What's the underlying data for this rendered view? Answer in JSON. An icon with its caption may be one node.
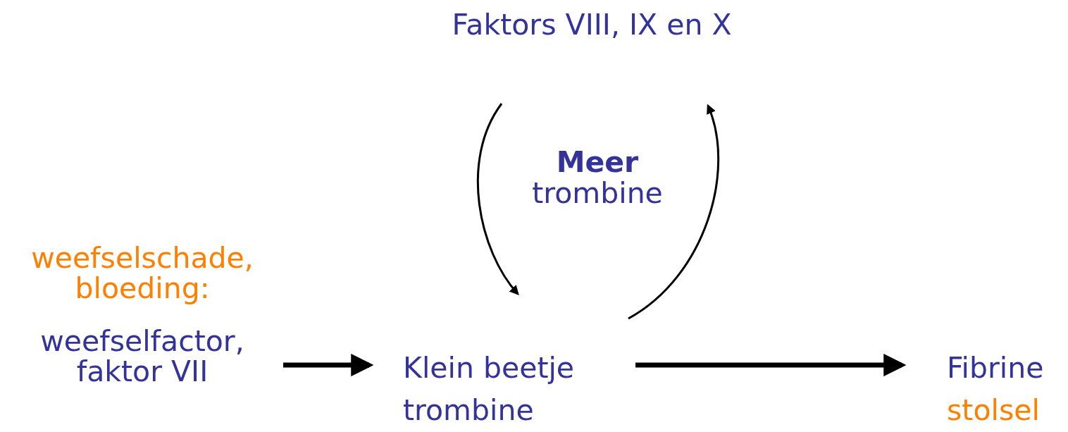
{
  "diagram": {
    "nodes": [
      {
        "text": [
          "Faktors VIII, IX en X"
        ]
      },
      {
        "text": [
          "weefselschade, bloeding:",
          "weefselfactor, faktor VII"
        ]
      },
      {
        "text": [
          "Klein beetje trombine"
        ]
      },
      {
        "text": [
          "Fibrine",
          "stolsel"
        ]
      }
    ],
    "edges": [
      {
        "from": 1,
        "to": 2,
        "arrow": "to",
        "style": "thick"
      },
      {
        "from": 2,
        "to": 3,
        "arrow": "to",
        "style": "thick"
      },
      {
        "from": 0,
        "to": 2,
        "arrow": "to"
      },
      {
        "from": 2,
        "to": 0,
        "arrow": "to"
      }
    ],
    "labels": [
      "**Meer** trombine"
    ]
  }
}
